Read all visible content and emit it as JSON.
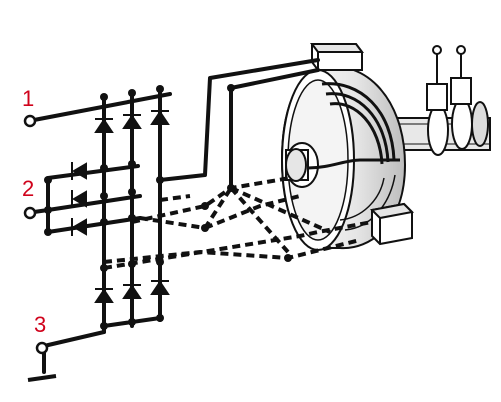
{
  "labels": {
    "terminal_1": "1",
    "terminal_2": "2",
    "terminal_3": "3"
  },
  "colors": {
    "ink": "#111111",
    "label": "#d0021b",
    "paper": "#ffffff",
    "shade": "#bdbdbd"
  },
  "icons": {
    "alternator": "alternator-icon",
    "slip_rings": "slip-ring-icon",
    "brushes": "brush-icon",
    "diode": "diode-icon",
    "terminal": "terminal-icon",
    "ground": "ground-icon"
  }
}
